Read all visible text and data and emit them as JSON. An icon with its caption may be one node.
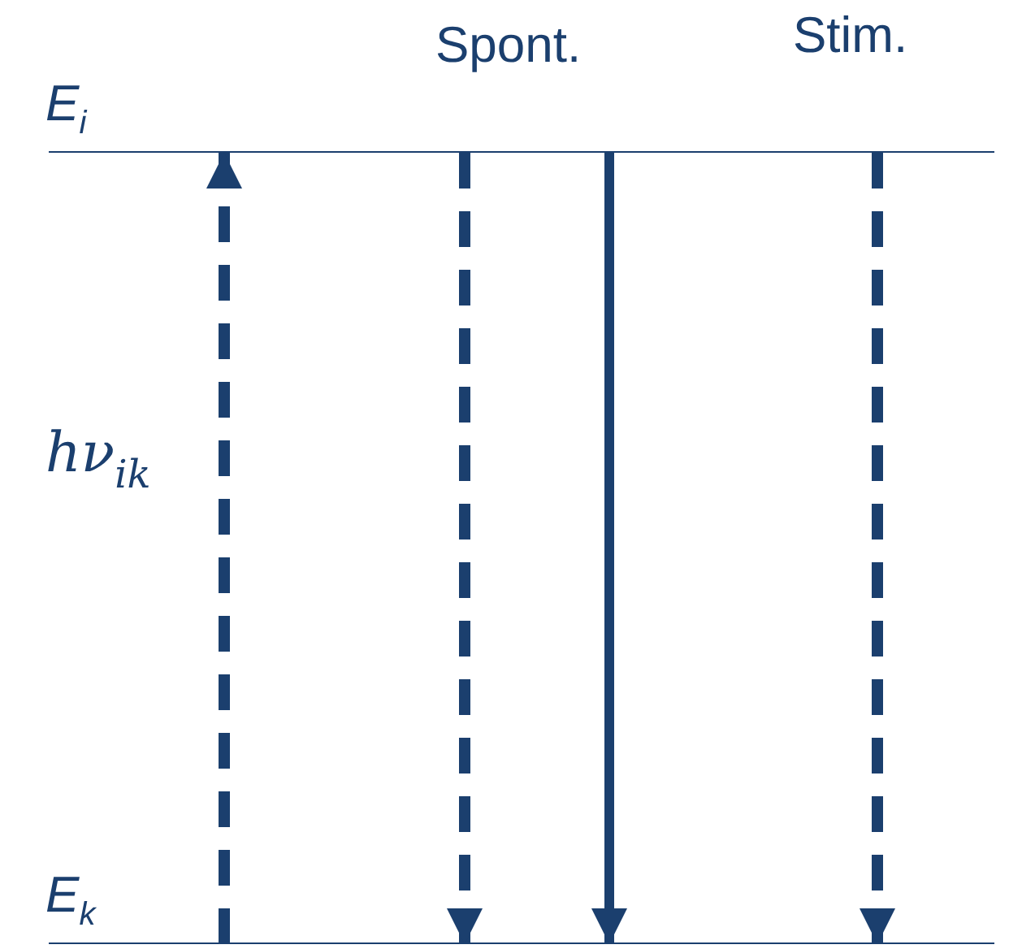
{
  "diagram": {
    "nodes": [
      {
        "text": [],
        "shape": "line",
        "beside": [
          "E$_{i}$"
        ]
      },
      {
        "text": [],
        "shape": "line",
        "beside": [
          "E$_{k}$"
        ]
      }
    ],
    "edges": [
      {
        "from": 1,
        "to": 0,
        "arrow": "to",
        "style": "dashed",
        "label": "hν$_{ik}$"
      },
      {
        "from": 0,
        "to": 1,
        "arrow": "to",
        "style": "dashed"
      },
      {
        "from": 0,
        "to": 1,
        "arrow": "to"
      },
      {
        "from": 0,
        "to": 1,
        "arrow": "to",
        "style": "dashed"
      }
    ],
    "labels": [
      "Spont.",
      "Stim."
    ]
  }
}
